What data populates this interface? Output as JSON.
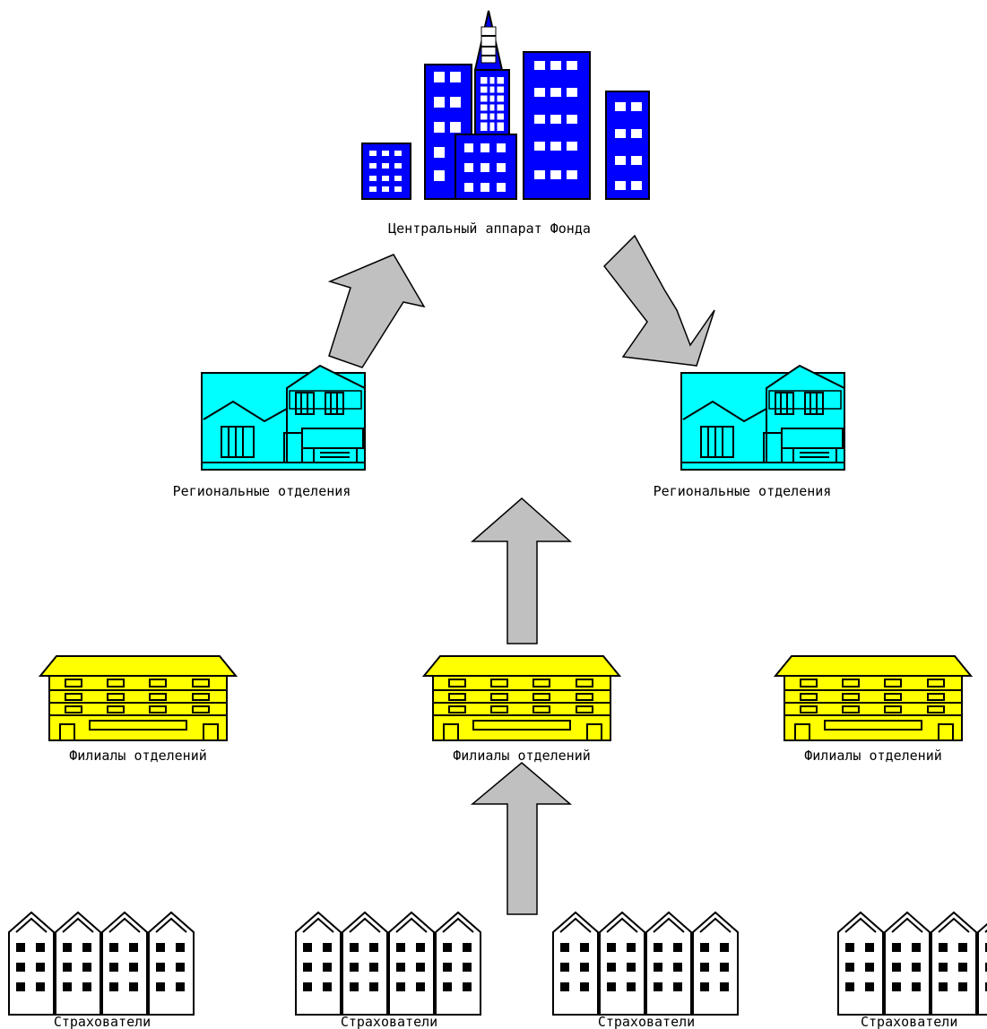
{
  "diagram": {
    "central": {
      "label": "Центральный аппарат Фонда",
      "icon": "skyscrapers-icon",
      "color": "#0000ff"
    },
    "regional": [
      {
        "label": "Региональные отделения",
        "icon": "house-icon"
      },
      {
        "label": "Региональные отделения",
        "icon": "house-icon"
      }
    ],
    "branches": [
      {
        "label": "Филиалы отделений",
        "icon": "office-building-icon"
      },
      {
        "label": "Филиалы отделений",
        "icon": "office-building-icon"
      },
      {
        "label": "Филиалы отделений",
        "icon": "office-building-icon"
      }
    ],
    "insurers": [
      {
        "label": "Страхователи",
        "icon": "row-houses-icon"
      },
      {
        "label": "Страхователи",
        "icon": "row-houses-icon"
      },
      {
        "label": "Страхователи",
        "icon": "row-houses-icon"
      },
      {
        "label": "Страхователи",
        "icon": "row-houses-icon"
      }
    ],
    "colors": {
      "central": "#0000ff",
      "regional": "#00ffff",
      "branch": "#ffff00",
      "insurer": "#ffffff",
      "arrow": "#c0c0c0"
    }
  }
}
